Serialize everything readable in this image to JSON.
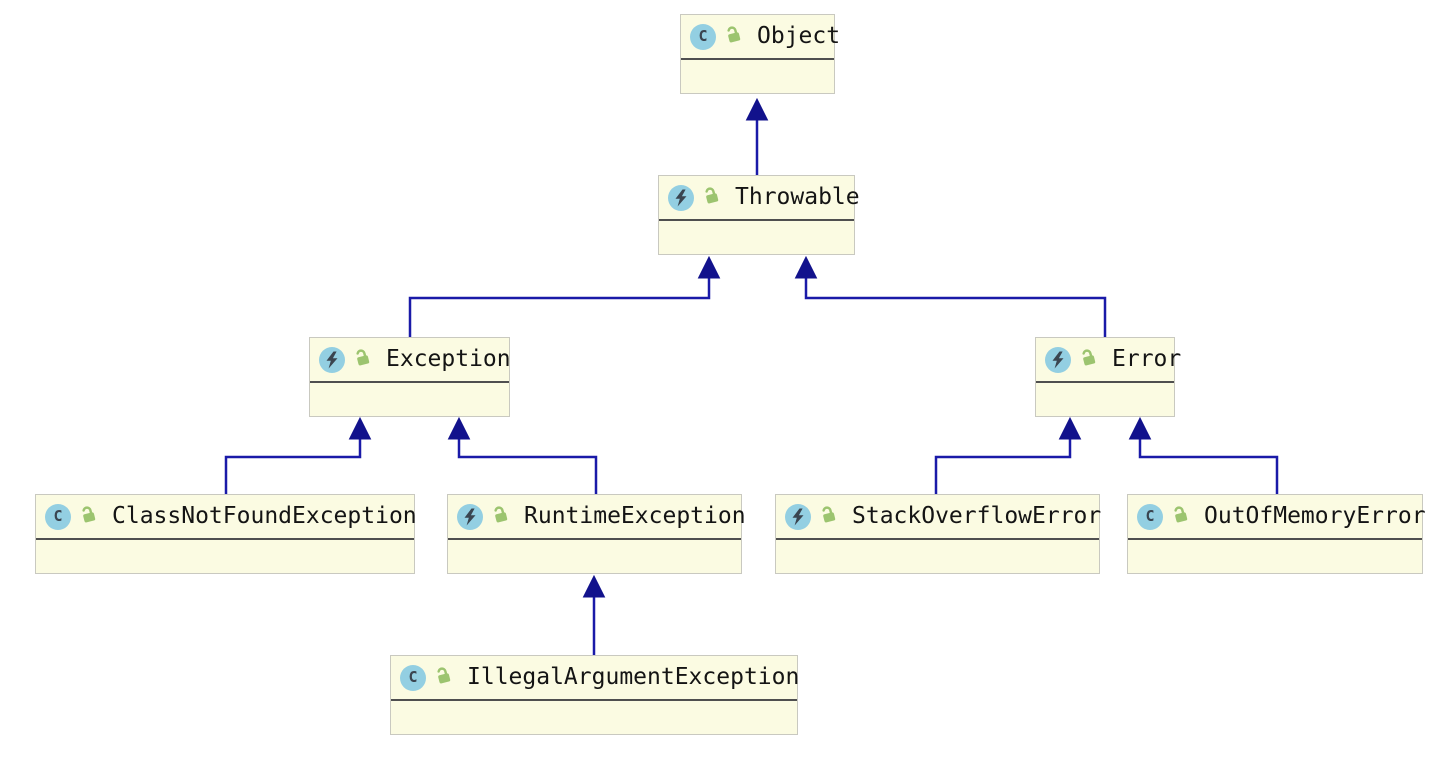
{
  "diagram_type": "uml-class-diagram",
  "icons": {
    "class_glyph": "C",
    "class_icon": "letter-c-circle",
    "exception_icon": "lightning-bolt-circle",
    "visibility_icon": "open-padlock"
  },
  "nodes": [
    {
      "id": "object",
      "label": "Object",
      "icon": "class"
    },
    {
      "id": "throwable",
      "label": "Throwable",
      "icon": "exception"
    },
    {
      "id": "exception",
      "label": "Exception",
      "icon": "exception"
    },
    {
      "id": "error",
      "label": "Error",
      "icon": "exception"
    },
    {
      "id": "classnotfoundexception",
      "label": "ClassNotFoundException",
      "icon": "class"
    },
    {
      "id": "runtimeexception",
      "label": "RuntimeException",
      "icon": "exception"
    },
    {
      "id": "stackoverflowerror",
      "label": "StackOverflowError",
      "icon": "exception"
    },
    {
      "id": "outofmemoryerror",
      "label": "OutOfMemoryError",
      "icon": "class"
    },
    {
      "id": "illegalargumentexception",
      "label": "IllegalArgumentException",
      "icon": "class"
    }
  ],
  "edges": [
    {
      "from": "throwable",
      "to": "object"
    },
    {
      "from": "exception",
      "to": "throwable"
    },
    {
      "from": "error",
      "to": "throwable"
    },
    {
      "from": "classnotfoundexception",
      "to": "exception"
    },
    {
      "from": "runtimeexception",
      "to": "exception"
    },
    {
      "from": "stackoverflowerror",
      "to": "error"
    },
    {
      "from": "outofmemoryerror",
      "to": "error"
    },
    {
      "from": "illegalargumentexception",
      "to": "runtimeexception"
    }
  ],
  "colors": {
    "node_fill": "#FBFBE2",
    "node_border": "#C9C9C0",
    "divider": "#4F4F4F",
    "edge": "#1A1AA8",
    "arrow": "#12128C",
    "icon_circle": "#93CFE2",
    "icon_glyph": "#3A4550",
    "lock_green": "#9CC46F",
    "text": "#141414"
  }
}
